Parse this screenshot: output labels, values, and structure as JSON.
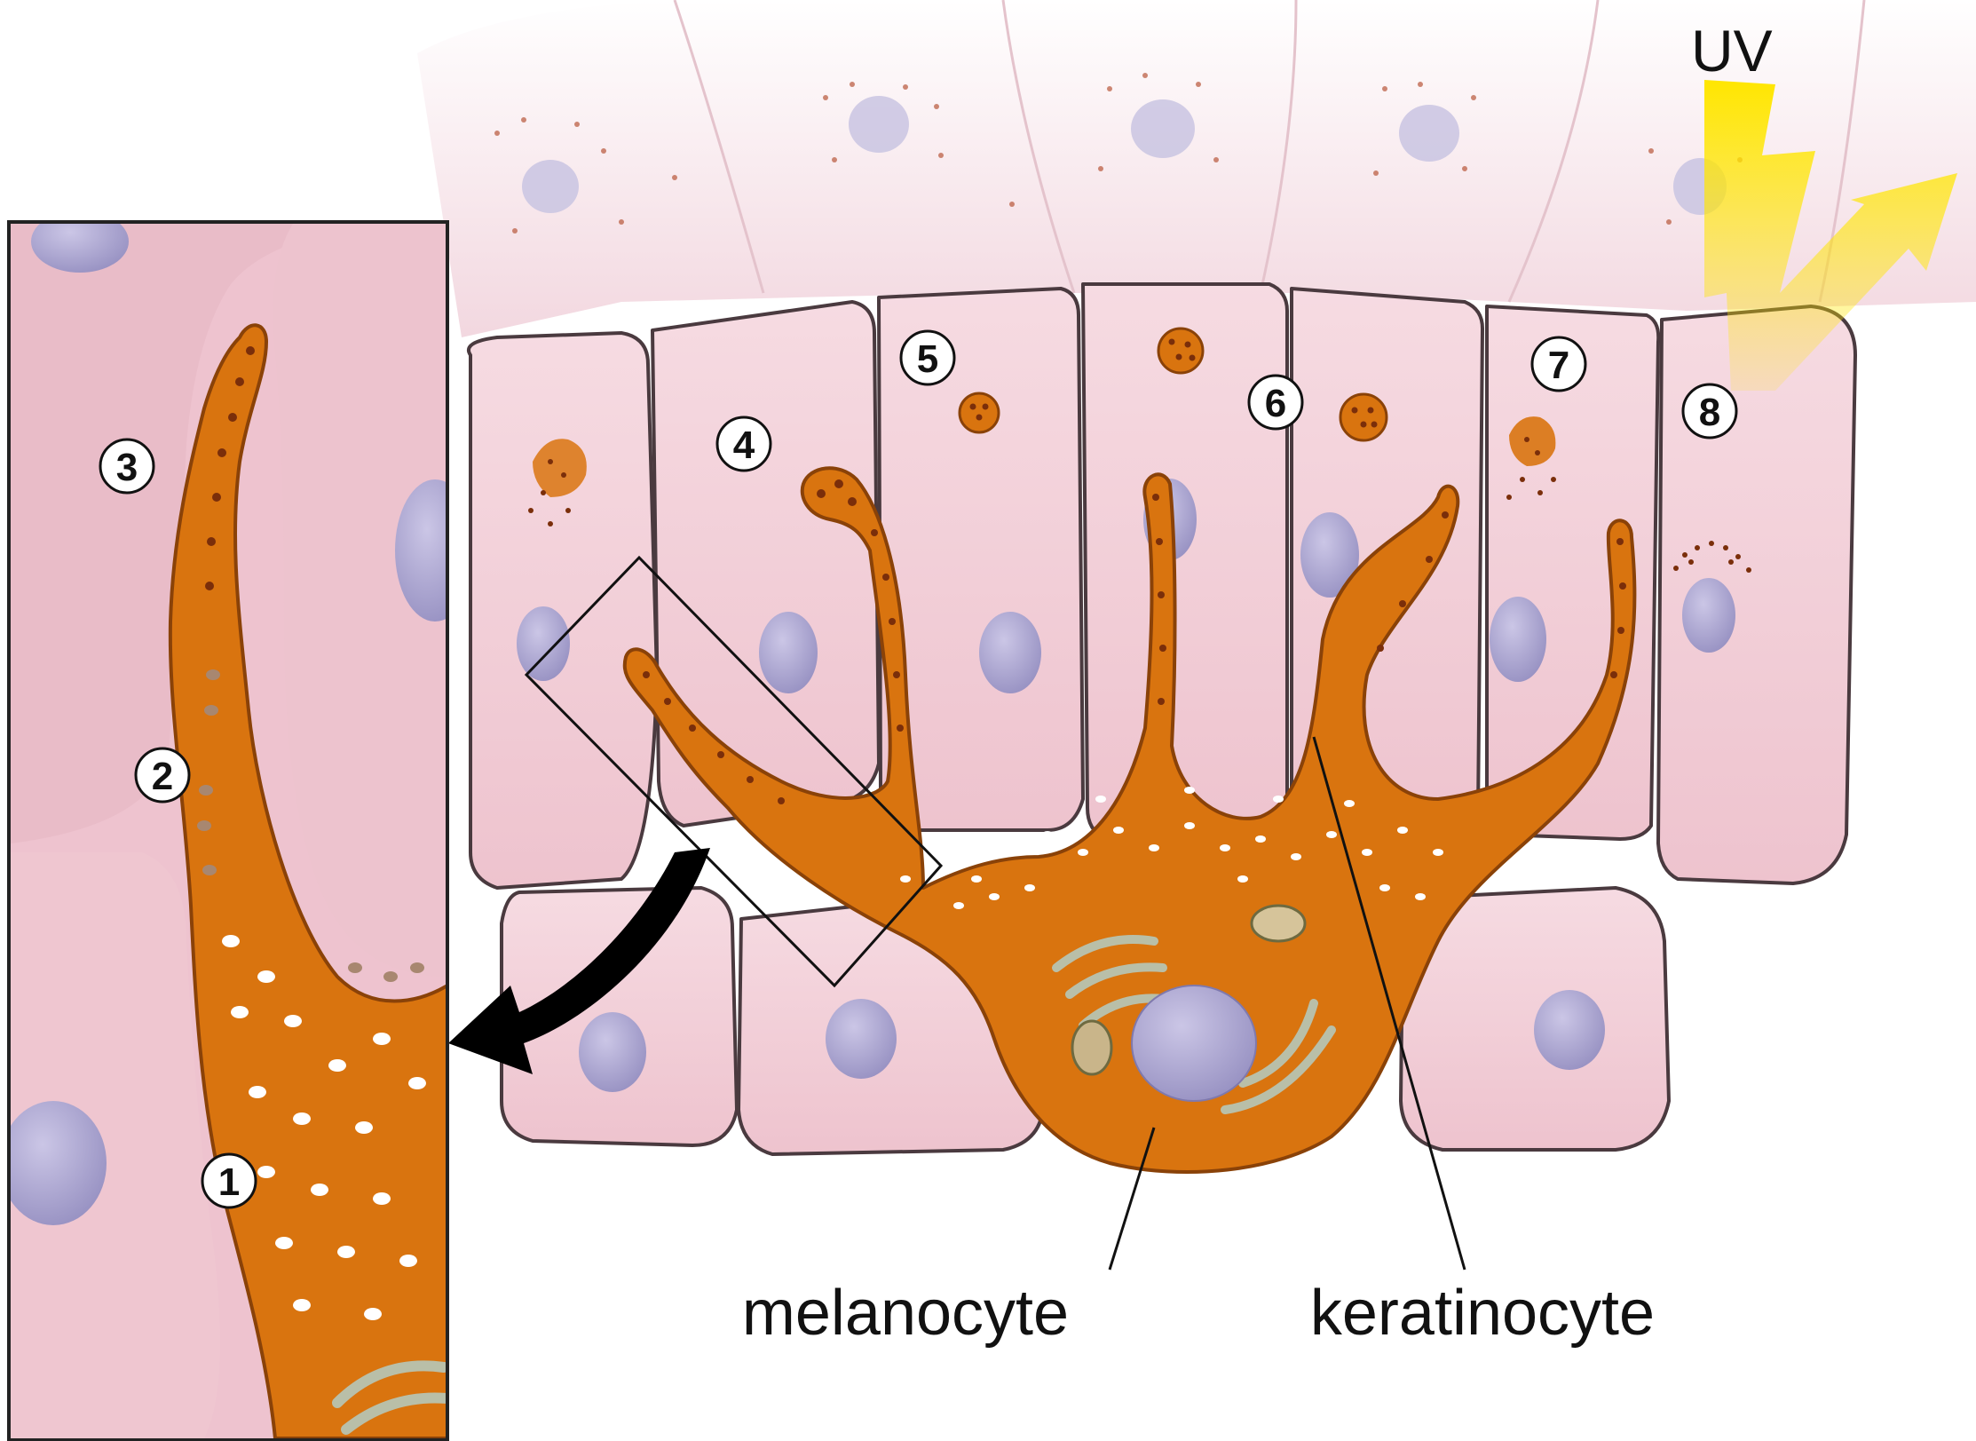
{
  "labels": {
    "uv": "UV",
    "melanocyte": "melanocyte",
    "keratinocyte": "keratinocyte"
  },
  "steps": [
    "1",
    "2",
    "3",
    "4",
    "5",
    "6",
    "7",
    "8"
  ],
  "colors": {
    "keratinocyte_fill": "#f2cdd6",
    "keratinocyte_outline": "#4a3a3f",
    "nucleus": "#a7a2cc",
    "melanocyte": "#d9740f",
    "melanosome": "#7a2e0a",
    "uv_arrow": "#f5d000",
    "callout_arrow": "#000000"
  }
}
